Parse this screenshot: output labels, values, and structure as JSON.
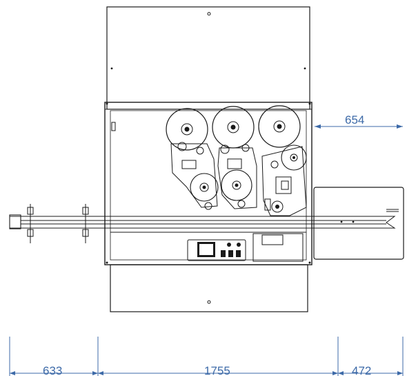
{
  "dimensions": {
    "top_right": "654",
    "bottom_left": "633",
    "bottom_center": "1755",
    "bottom_right": "472"
  },
  "colors": {
    "line": "#1a1a1a",
    "dimension": "#3d6aa8",
    "background": "#ffffff"
  }
}
